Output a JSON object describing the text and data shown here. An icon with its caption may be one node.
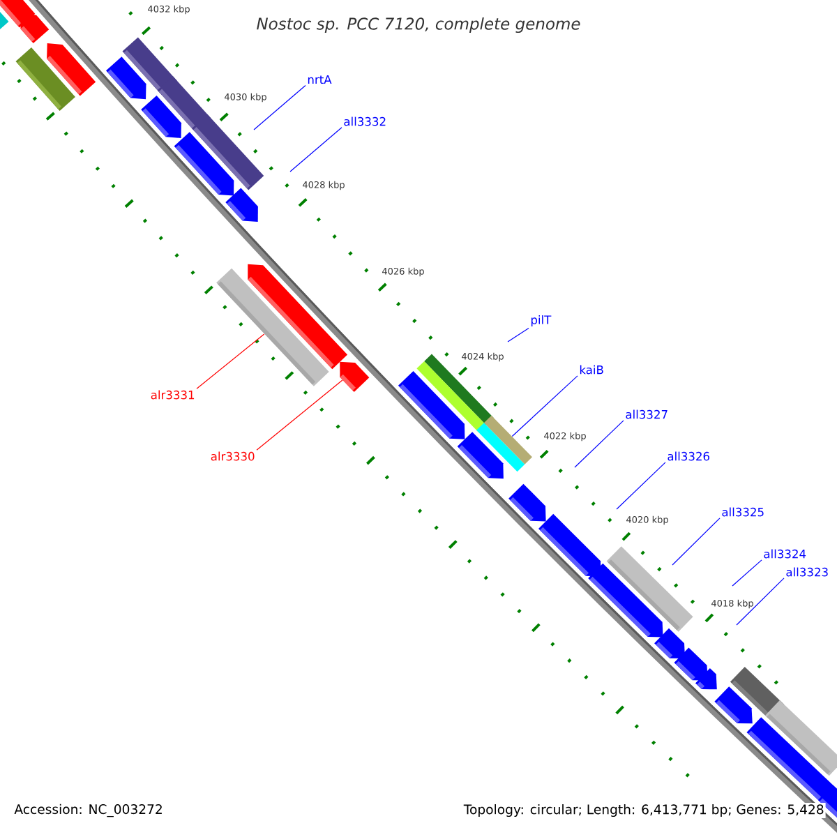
{
  "diagram": {
    "title": "Nostoc sp. PCC 7120, complete genome",
    "nodes": [
      {
        "text": [
          "nrtA"
        ]
      },
      {
        "text": [
          "all3332"
        ]
      },
      {
        "text": [
          "pilT"
        ]
      },
      {
        "text": [
          "alr3331"
        ]
      },
      {
        "text": [
          "kaiB"
        ]
      },
      {
        "text": [
          "alr3330"
        ]
      },
      {
        "text": [
          "all3327"
        ]
      },
      {
        "text": [
          "all3326"
        ]
      },
      {
        "text": [
          "all3325"
        ]
      },
      {
        "text": [
          "all3324"
        ]
      },
      {
        "text": [
          "all3323"
        ]
      },
      {
        "text": [],
        "shape": "arrow"
      },
      {
        "text": [],
        "shape": "bar"
      },
      {
        "text": [],
        "shape": "arrow"
      },
      {
        "text": [],
        "shape": "arrow"
      },
      {
        "text": [],
        "shape": "bar"
      },
      {
        "text": [],
        "shape": "bar"
      },
      {
        "text": [],
        "shape": "arrow"
      },
      {
        "text": [],
        "shape": "bar"
      },
      {
        "text": [],
        "shape": "arrow"
      },
      {
        "text": [],
        "shape": "bar"
      },
      {
        "text": [],
        "shape": "arrow"
      },
      {
        "text": [],
        "shape": "arrow"
      },
      {
        "text": [],
        "shape": "arrow"
      },
      {
        "text": [],
        "shape": "bar"
      },
      {
        "text": [],
        "shape": "arrow"
      },
      {
        "text": [],
        "shape": "bar"
      },
      {
        "text": [],
        "shape": "arrow"
      },
      {
        "text": [],
        "shape": "bar"
      },
      {
        "text": [],
        "shape": "arrow"
      },
      {
        "text": [],
        "shape": "arrow"
      },
      {
        "text": [],
        "shape": "arrow"
      },
      {
        "text": [],
        "shape": "bar"
      },
      {
        "text": [],
        "shape": "arrow"
      },
      {
        "text": [],
        "shape": "arrow"
      },
      {
        "text": [],
        "shape": "arrow"
      },
      {
        "text": [],
        "shape": "bar"
      },
      {
        "text": [],
        "shape": "arrow"
      },
      {
        "text": [],
        "shape": "arrow"
      },
      {
        "text": [],
        "shape": "bar"
      },
      {
        "text": [],
        "shape": "arrow"
      },
      {
        "text": [],
        "shape": "arrow"
      }
    ],
    "edges": [
      {
        "from": 0,
        "to": null,
        "arrow": "none"
      },
      {
        "from": 1,
        "to": null,
        "arrow": "none"
      },
      {
        "from": 2,
        "to": null,
        "arrow": "none"
      },
      {
        "from": 3,
        "to": 24,
        "arrow": "none",
        "color": "#ff0000"
      },
      {
        "from": 4,
        "to": 28,
        "arrow": "none"
      },
      {
        "from": 5,
        "to": 25,
        "arrow": "none",
        "color": "#ff0000"
      },
      {
        "from": 6,
        "to": null,
        "arrow": "none"
      },
      {
        "from": 7,
        "to": null,
        "arrow": "none"
      },
      {
        "from": 8,
        "to": null,
        "arrow": "none"
      },
      {
        "from": 9,
        "to": null,
        "arrow": "none"
      },
      {
        "from": 10,
        "to": null,
        "arrow": "none"
      }
    ],
    "labels": [
      "4032 kbp",
      "4030 kbp",
      "4028 kbp",
      "4026 kbp",
      "4024 kbp",
      "4022 kbp",
      "4020 kbp",
      "4018 kbp",
      "Accession: NC_003272",
      "Topology: circular; Length: 6,413,771 bp; Genes: 5,428"
    ]
  }
}
